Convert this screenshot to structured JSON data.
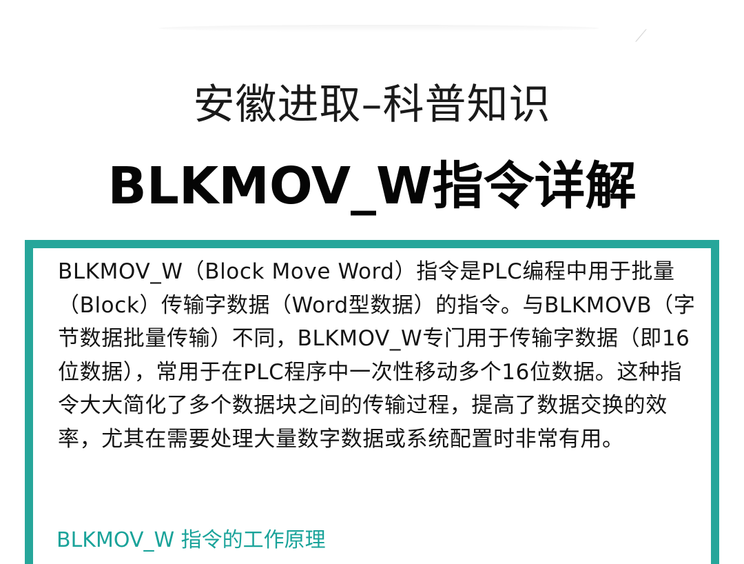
{
  "header": {
    "subtitle": "安徽进取–科普知识",
    "title": "BLKMOV_W指令详解"
  },
  "card": {
    "paragraph": "BLKMOV_W（Block Move Word）指令是PLC编程中用于批量（Block）传输字数据（Word型数据）的指令。与BLKMOVB（字节数据批量传输）不同，BLKMOV_W专门用于传输字数据（即16位数据），常用于在PLC程序中一次性移动多个16位数据。这种指令大大简化了多个数据块之间的传输过程，提高了数据交换的效率，尤其在需要处理大量数字数据或系统配置时非常有用。",
    "section_heading": "BLKMOV_W 指令的工作原理"
  },
  "colors": {
    "accent": "#26a69a",
    "heading_text": "#1aa39a",
    "body_text": "#141414"
  }
}
